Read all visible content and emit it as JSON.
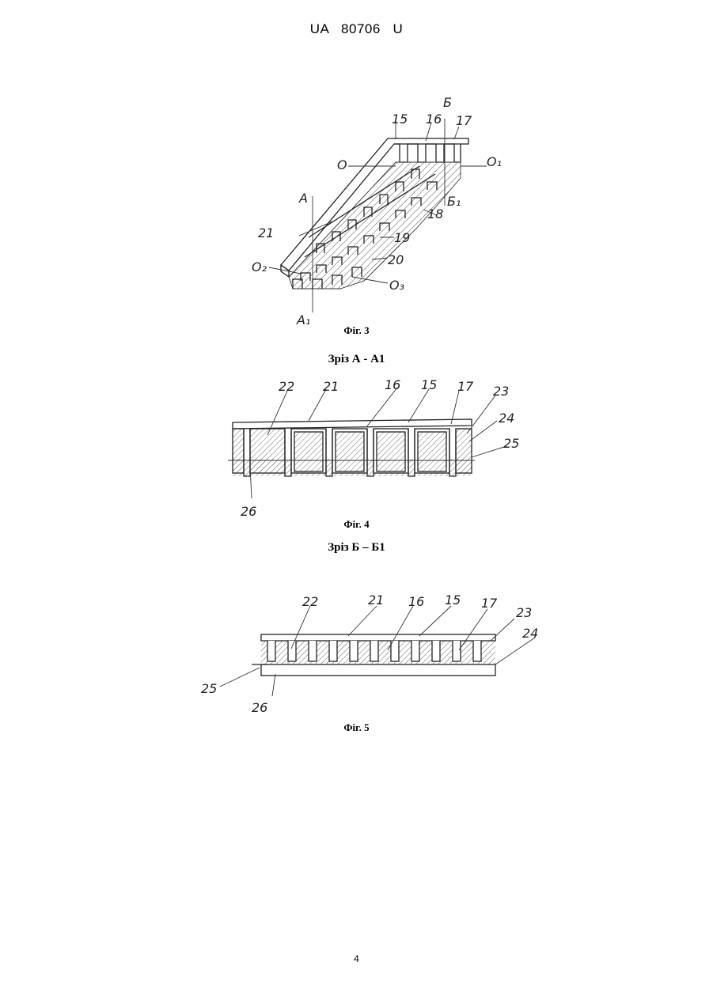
{
  "header": {
    "doc_id": "UA   80706   U"
  },
  "figures": [
    {
      "caption": "Фіг. 3",
      "labels": [
        "15",
        "16",
        "Б",
        "17",
        "О",
        "О₁",
        "Б₁",
        "А",
        "18",
        "21",
        "19",
        "20",
        "О₂",
        "О₃",
        "А₁"
      ]
    },
    {
      "section_title": "Зріз А - А1",
      "caption": "Фіг. 4",
      "labels": [
        "22",
        "21",
        "16",
        "15",
        "17",
        "23",
        "24",
        "25",
        "26"
      ]
    },
    {
      "section_title": "Зріз Б – Б1",
      "caption": "Фіг. 5",
      "labels": [
        "22",
        "21",
        "16",
        "15",
        "17",
        "23",
        "24",
        "25",
        "26"
      ]
    }
  ],
  "page_number": "4"
}
